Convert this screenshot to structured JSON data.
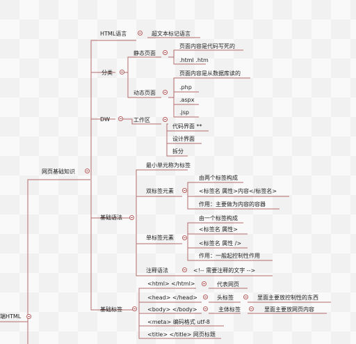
{
  "root": {
    "label": "端HTML"
  },
  "branch": {
    "label": "网页基础知识"
  },
  "html_lang": {
    "label": "HTML语言",
    "note": "超文本标记语言"
  },
  "classify": {
    "label": "分类",
    "static": {
      "label": "静态页面",
      "items": [
        "页面内容是代码写死的",
        ".html .htm"
      ]
    },
    "dynamic": {
      "label": "动态页面",
      "items": [
        "页面内容是从数据库读的",
        ".php",
        ".aspx",
        ".jsp"
      ]
    }
  },
  "dw": {
    "label": "DW",
    "workspace": {
      "label": "工作区",
      "items": [
        "代码界面 **",
        "设计界面",
        "拆分"
      ]
    }
  },
  "basic_syntax": {
    "label": "基础语法",
    "min_unit": "最小单元称为标签",
    "double": {
      "label": "双标签元素",
      "items": [
        "由两个标签构成",
        "<标签名 属性>内容</标签名>",
        "作用：主要做为内容的容器"
      ]
    },
    "single": {
      "label": "单标签元素",
      "items": [
        "由一个标签构成",
        "<标签名 属性>",
        "<标签名 属性 />",
        "作用：一般起控制性作用"
      ]
    },
    "comment": {
      "label": "注释语法",
      "value": "<!-- 需要注释的文字 -->"
    }
  },
  "basic_tags": {
    "label": "基础标签",
    "html": {
      "label": "<html> </html>",
      "note": "代表网页"
    },
    "head": {
      "label": "<head> </head>",
      "note": "头标签",
      "sub": "里面主要放控制性的东西"
    },
    "body": {
      "label": "<body> </body>",
      "note": "主体标签",
      "sub": "里面主要放网页内容"
    },
    "meta": {
      "label": "<meta> 编码格式  utf-8"
    },
    "title": {
      "label": "<title> </title> 网页标题"
    }
  }
}
